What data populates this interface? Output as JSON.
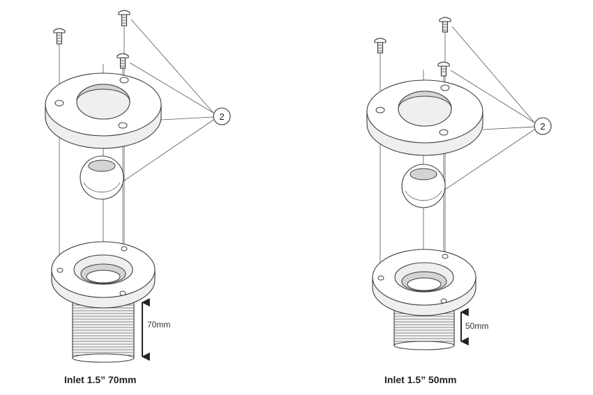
{
  "assemblies": [
    {
      "caption": "Inlet 1.5” 70mm",
      "dimension_label": "70mm",
      "callout": "2"
    },
    {
      "caption": "Inlet 1.5” 50mm",
      "dimension_label": "50mm",
      "callout": "2"
    }
  ]
}
